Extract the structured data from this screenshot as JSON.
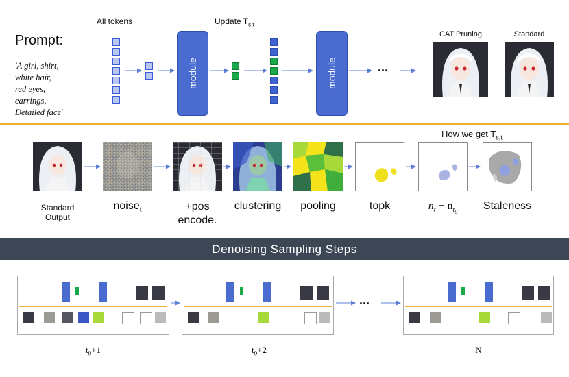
{
  "top": {
    "prompt_label": "Prompt:",
    "prompt_lines": [
      "'A girl, shirt,",
      "white hair,",
      "red eyes,",
      "earrings,",
      "Detailed face'"
    ],
    "all_tokens_label": "All tokens",
    "update_label": "Update T",
    "update_sub": "s,t",
    "module_label": "module",
    "ellipsis": "...",
    "cat_label": "CAT Pruning",
    "standard_label": "Standard"
  },
  "pipeline": {
    "how_label": "How we get T",
    "how_sub": "s,t",
    "steps": [
      {
        "label": "Standard",
        "label2": "Output"
      },
      {
        "label": "noise",
        "sub": "t"
      },
      {
        "label": "+pos",
        "label2": "encode."
      },
      {
        "label": "clustering"
      },
      {
        "label": "pooling"
      },
      {
        "label": "topk"
      },
      {
        "label": "n",
        "sub": "t",
        "mid": " − n",
        "sub2": "t",
        "sub3": "0"
      },
      {
        "label": "Staleness"
      }
    ]
  },
  "banner": {
    "title": "Denoising Sampling Steps"
  },
  "bottom": {
    "steps": [
      {
        "label": "t",
        "sub": "0",
        "rest": "+1"
      },
      {
        "label": "t",
        "sub": "0",
        "rest": "+2"
      },
      {
        "label": "N"
      }
    ],
    "ellipsis": "..."
  },
  "colors": {
    "module": "#4a6cd0",
    "token_light": "#b9c6f2",
    "token_dark": "#3f63cf",
    "token_green": "#1aa84a",
    "divider": "#f2b136",
    "banner": "#3c4654",
    "arrow": "#5b7fd6"
  }
}
